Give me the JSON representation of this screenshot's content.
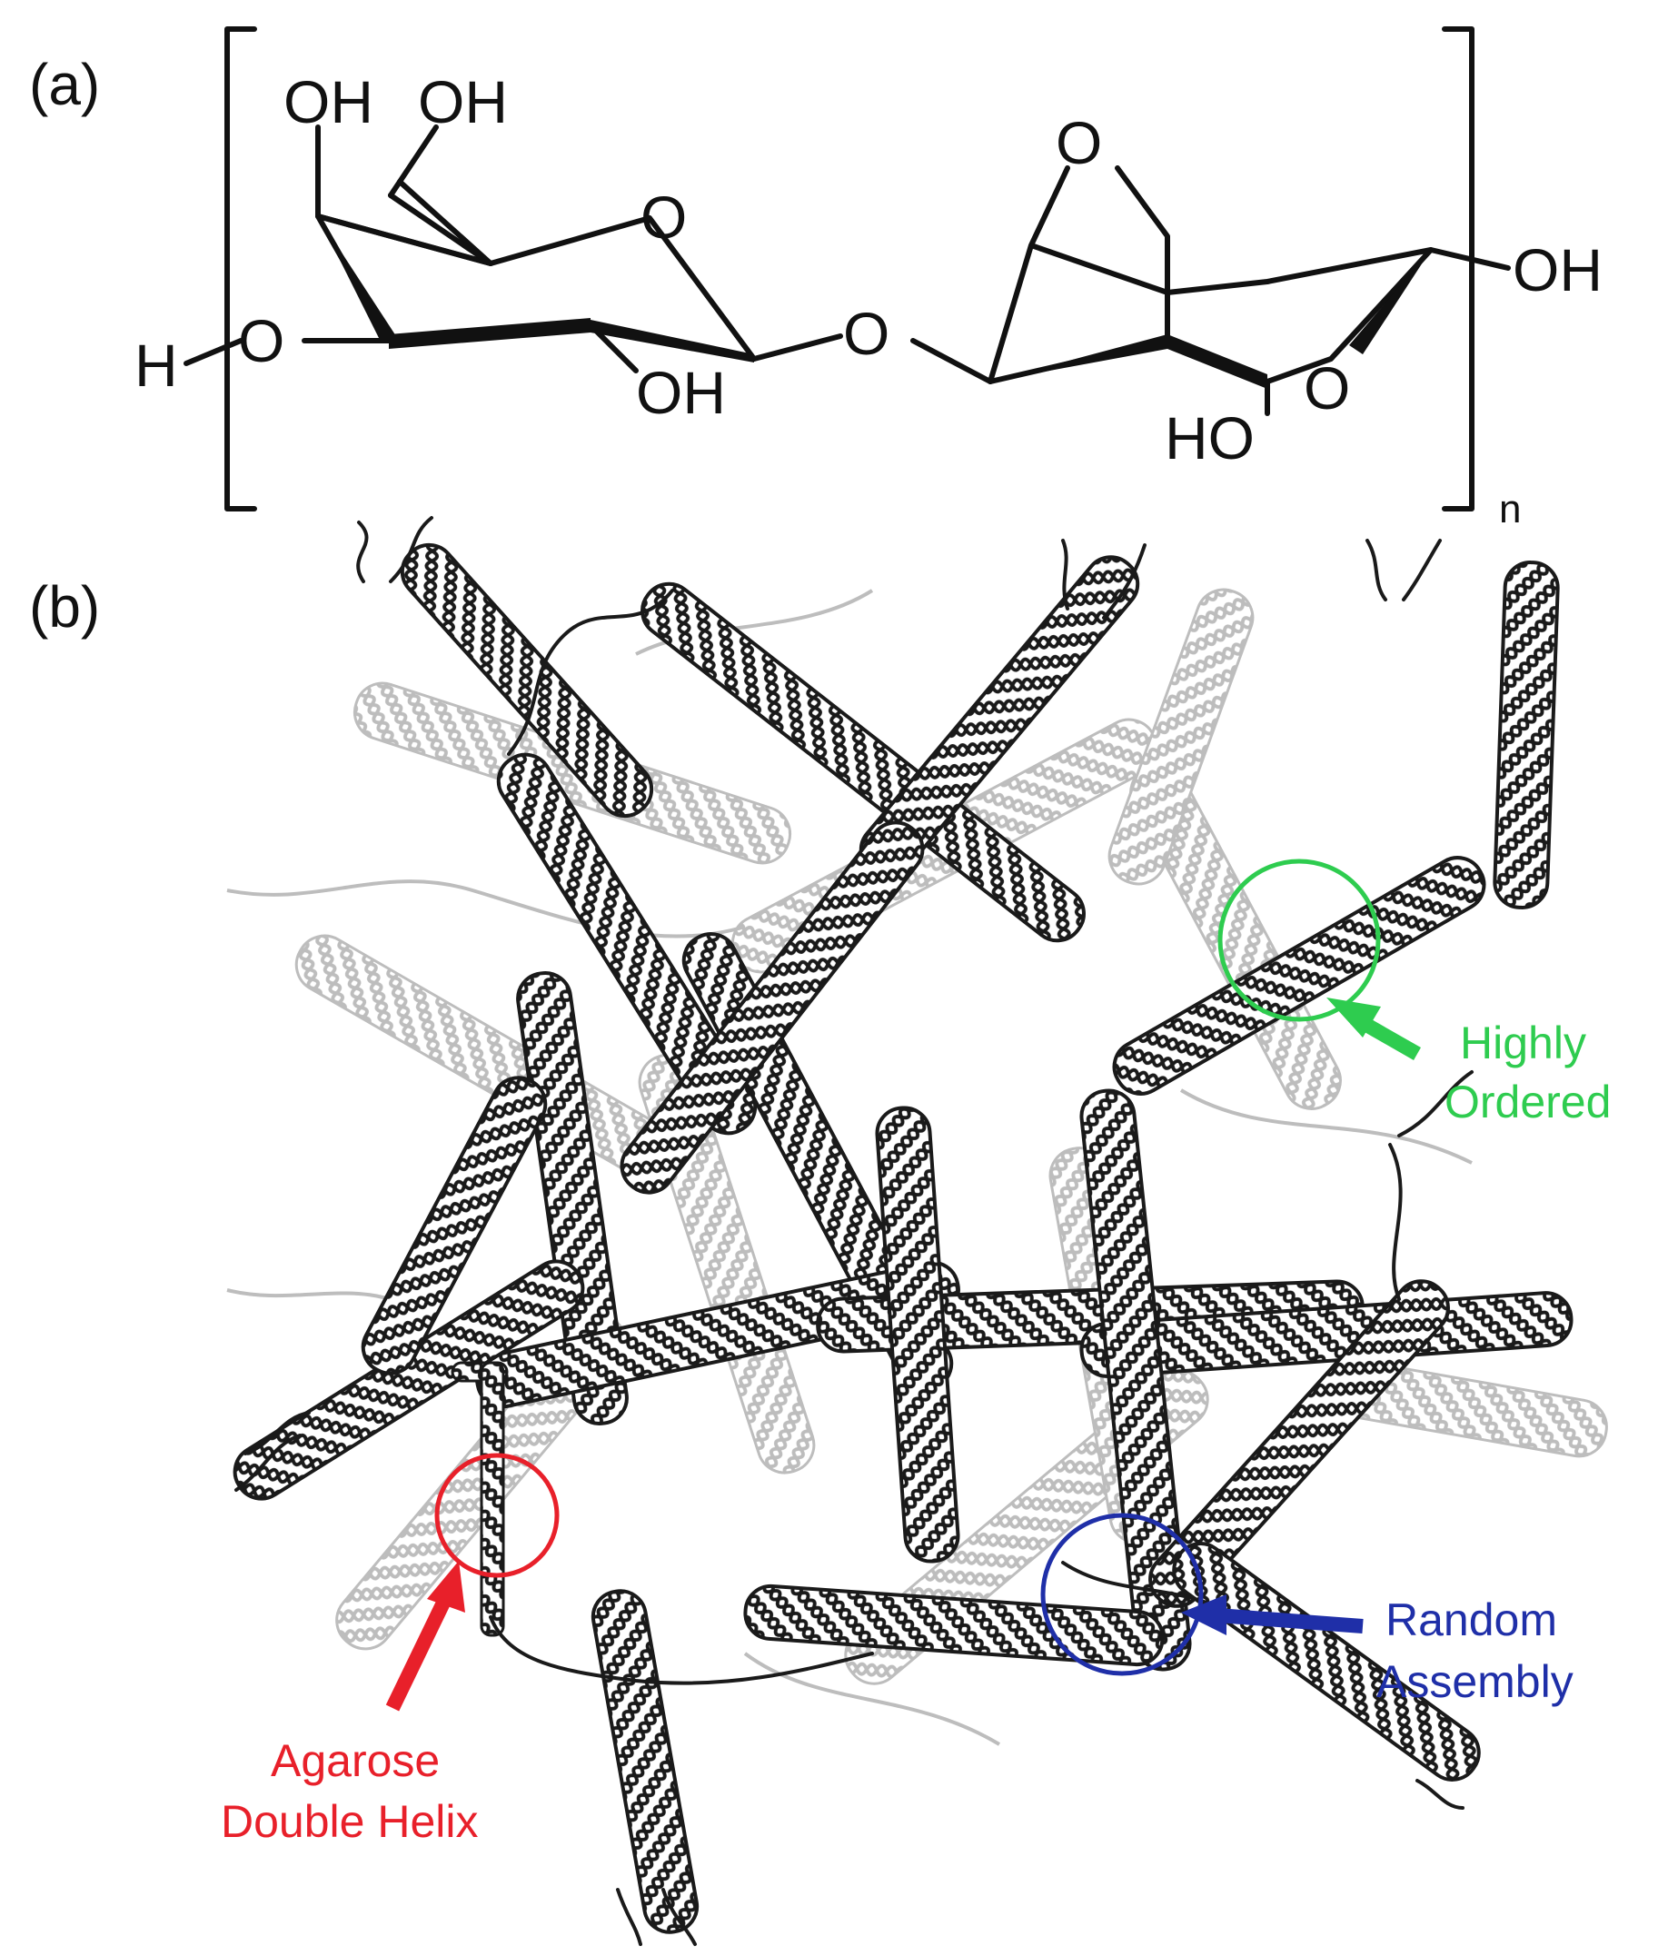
{
  "panels": {
    "a": {
      "label": "(a)"
    },
    "b": {
      "label": "(b)"
    }
  },
  "molecule": {
    "atoms": {
      "oh_c4": "OH",
      "oh_c6": "OH",
      "ring_o_left": "O",
      "h_end": "H",
      "o_end": "O",
      "oh_c2": "OH",
      "glycosidic_o": "O",
      "bridge_o": "O",
      "oh_right": "OH",
      "ring_o_right": "O",
      "ho_right": "HO"
    },
    "repeat_subscript": "n"
  },
  "callouts": {
    "highly_ordered": {
      "line1": "Highly",
      "line2": "Ordered",
      "color": "#2ecc4f"
    },
    "random_assembly": {
      "line1": "Random",
      "line2": "Assembly",
      "color": "#1f2fa8"
    },
    "double_helix": {
      "line1": "Agarose",
      "line2": "Double Helix",
      "color": "#e8202a"
    }
  },
  "colors": {
    "strand_dark": "#1a1a1a",
    "strand_mid": "#8a8a8a",
    "strand_light": "#bdbdbd",
    "ink": "#111111",
    "background": "#ffffff"
  }
}
